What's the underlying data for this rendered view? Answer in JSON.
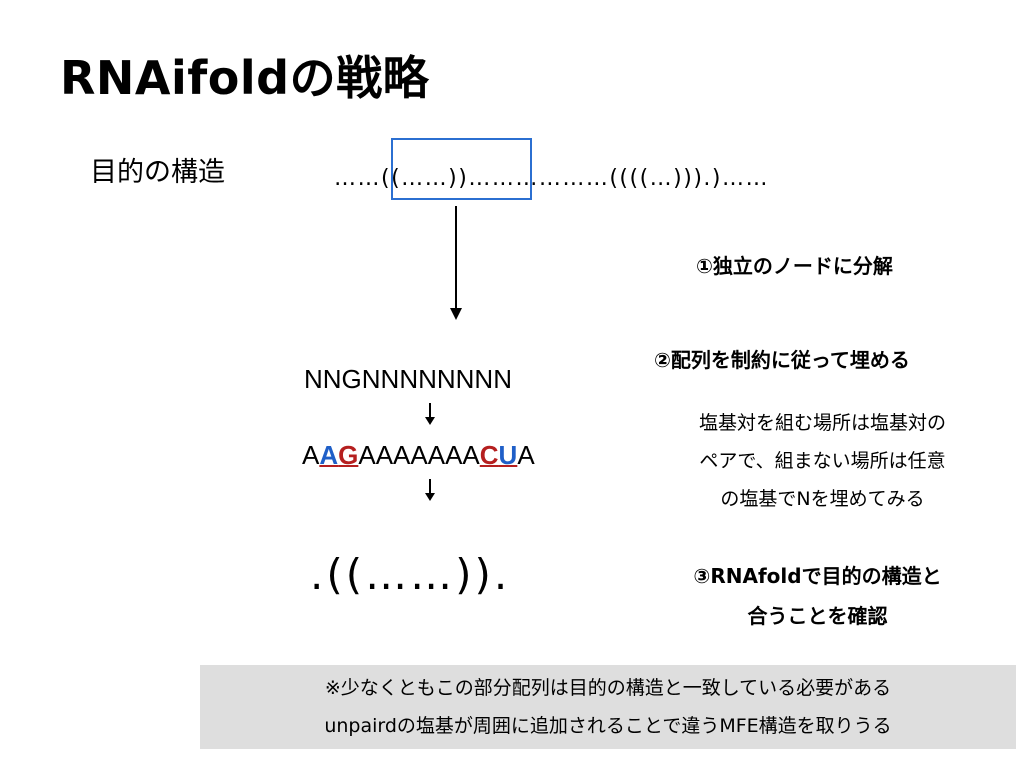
{
  "title": "RNAifoldの戦略",
  "target": {
    "label": "目的の構造",
    "structure": "……((……))………………((((…))).)……"
  },
  "steps": {
    "step1": "①独立のノードに分解",
    "step2": "②配列を制約に従って埋める",
    "step2_desc": [
      "塩基対を組む場所は塩基対の",
      "ペアで、組まない場所は任意",
      "の塩基でNを埋めてみる"
    ],
    "step3": [
      "③RNAfoldで目的の構造と",
      "合うことを確認"
    ]
  },
  "sequences": {
    "constraint": "NNGNNNNNNNN",
    "filled": {
      "prefix": "A",
      "a_blue": "A",
      "g_red": "G",
      "middle": "AAAAAAA",
      "c_red": "C",
      "u_blue": "U",
      "suffix": "A"
    },
    "result_structure": ".((……))."
  },
  "note": [
    "※少なくともこの部分配列は目的の構造と一致している必要がある",
    "unpairdの塩基が周囲に追加されることで違うMFE構造を取りうる"
  ],
  "colors": {
    "highlight": "#2b6fd1",
    "blue_base": "#1f5fc8",
    "red_base": "#b51f1f",
    "note_bg": "#dedede"
  }
}
